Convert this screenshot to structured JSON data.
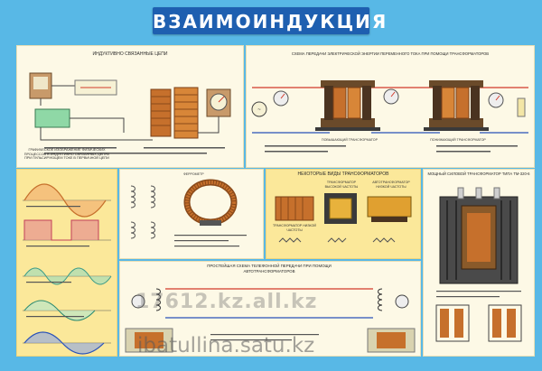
{
  "poster": {
    "title": "ВЗАИМОИНДУКЦИЯ",
    "section_inductive": "ИНДУКТИВНО СВЯЗАННЫЕ ЦЕПИ",
    "section_transmission": "СХЕМА ПЕРЕДАЧИ ЭЛЕКТРИЧЕСКОЙ ЭНЕРГИИ ПЕРЕМЕННОГО ТОКА ПРИ ПОМОЩИ ТРАНСФОРМАТОРОВ",
    "section_graphic": "ГРАФИЧЕСКОЕ ИЗОБРАЖЕНИЕ ФИЗИЧЕСКИХ ПРОЦЕССОВ В ИНДУКТИВНО СВЯЗАННЫХ ЦЕПЯХ ПРИ ПУЛЬСИРУЮЩЕМ ТОКЕ В ПЕРВИЧНОЙ ЦЕПИ",
    "ferrometer_label": "ФЕРРОМЕТР",
    "section_types": "НЕКОТОРЫЕ ВИДЫ ТРАНСФОРМАТОРОВ",
    "section_power": "МОЩНЫЙ СИЛОВОЙ ТРАНСФОРМАТОР ТИПА ТМ-320-6",
    "section_telephone": "ПРОСТЕЙШАЯ СХЕМА ТЕЛЕФОННОЙ ПЕРЕДАЧИ ПРИ ПОМОЩИ АВТОТРАНСФОРМАТОРОВ",
    "step_up": "ПОВЫШАЮЩИЙ ТРАНСФОРМАТОР",
    "step_down": "ПОНИЖАЮЩИЙ ТРАНСФОРМАТОР",
    "low_freq": "ТРАНСФОРМАТОР НИЗКОЙ ЧАСТОТЫ",
    "high_freq": "ТРАНСФОРМАТОР ВЫСОКОЙ ЧАСТОТЫ",
    "autotransformer": "АВТОТРАНСФОРМАТОР НИЗКОЙ ЧАСТОТЫ",
    "watermark_faint": "17612.kz.all.kz",
    "watermark_bottom": "ibatullina.satu.kz"
  },
  "colors": {
    "background": "#58b8e6",
    "title_band": "#1e5fb0",
    "panel": "#fdf9e6",
    "panel_yellow": "#fbe89a",
    "copper": "#c6702c",
    "wire_red": "#d23a2a",
    "wire_blue": "#2a52b8"
  }
}
